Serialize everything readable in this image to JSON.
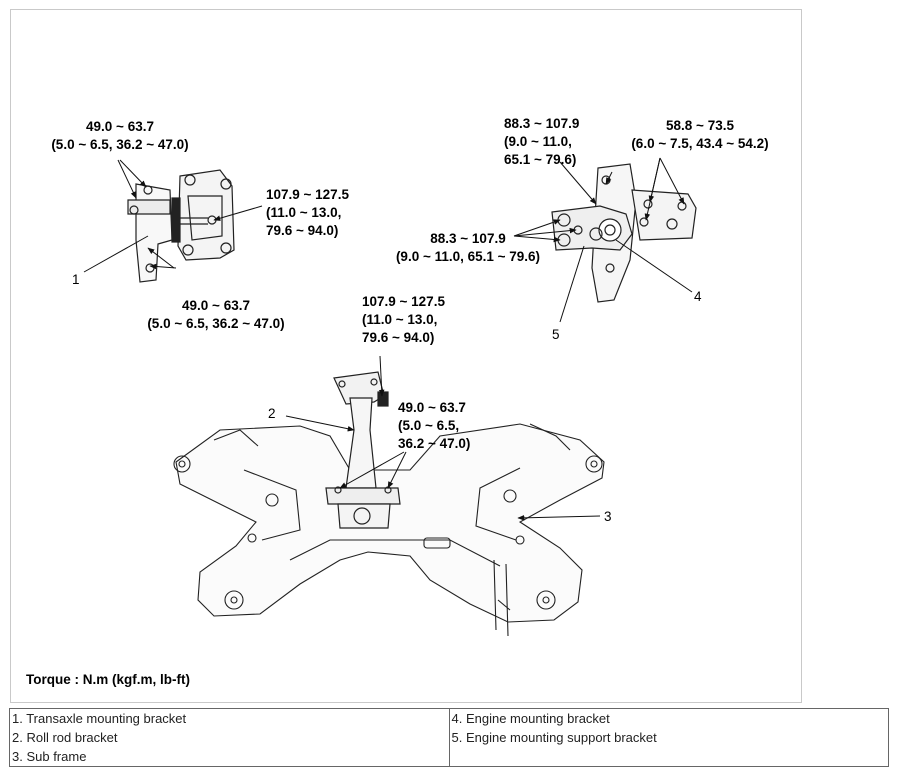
{
  "diagram": {
    "torque_values": {
      "transaxle_top": {
        "line1": "49.0 ~ 63.7",
        "line2": "(5.0 ~ 6.5, 36.2 ~ 47.0)"
      },
      "transaxle_side": {
        "line1": "107.9 ~ 127.5",
        "line2": "(11.0 ~ 13.0,",
        "line3": "79.6 ~ 94.0)"
      },
      "transaxle_bottom": {
        "line1": "49.0 ~ 63.7",
        "line2": "(5.0 ~ 6.5, 36.2 ~ 47.0)"
      },
      "roll_rod_top": {
        "line1": "107.9 ~ 127.5",
        "line2": "(11.0 ~ 13.0,",
        "line3": "79.6 ~ 94.0)"
      },
      "roll_rod_bottom": {
        "line1": "49.0 ~ 63.7",
        "line2": "(5.0 ~ 6.5,",
        "line3": "36.2 ~ 47.0)"
      },
      "engine_top_left": {
        "line1": "88.3 ~ 107.9",
        "line2": "(9.0 ~ 11.0,",
        "line3": "65.1 ~ 79.6)"
      },
      "engine_top_right": {
        "line1": "58.8 ~ 73.5",
        "line2": "(6.0 ~ 7.5, 43.4 ~ 54.2)"
      },
      "engine_support": {
        "line1": "88.3 ~ 107.9",
        "line2": "(9.0 ~ 11.0, 65.1 ~ 79.6)"
      }
    },
    "numbers": {
      "n1": "1",
      "n2": "2",
      "n3": "3",
      "n4": "4",
      "n5": "5"
    },
    "torque_unit": "Torque : N.m (kgf.m, lb-ft)"
  },
  "legend": {
    "left": [
      "1. Transaxle mounting bracket",
      "2. Roll rod bracket",
      "3. Sub frame"
    ],
    "right": [
      "4. Engine mounting bracket",
      "5. Engine mounting support bracket"
    ]
  }
}
